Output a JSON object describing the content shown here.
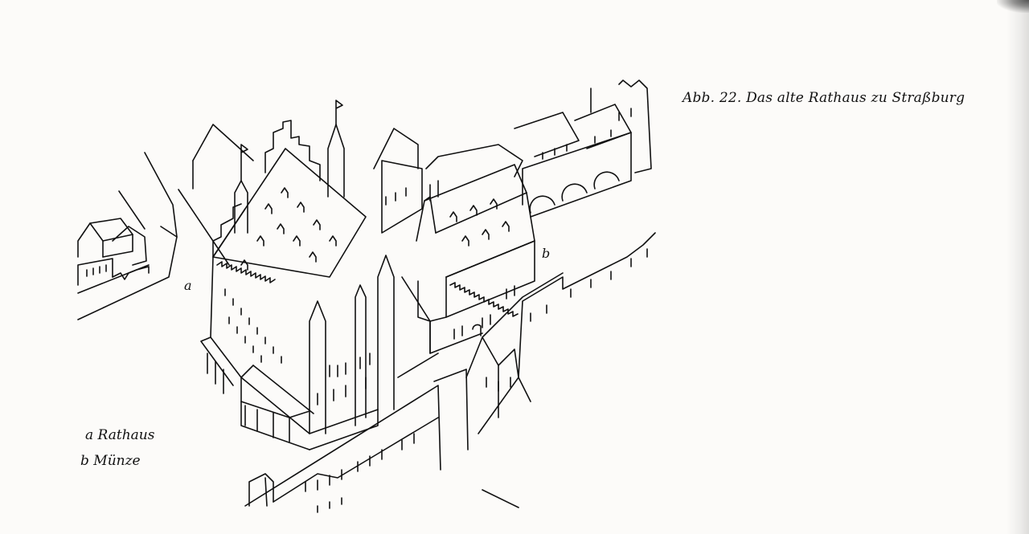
{
  "caption": "Abb. 22. Das alte Rathaus zu Straßburg",
  "markers": {
    "a": "a",
    "b": "b"
  },
  "legend": [
    {
      "letter": "a",
      "text": "a Rathaus"
    },
    {
      "letter": "b",
      "text": "b Münze"
    }
  ],
  "colors": {
    "paper": "#fcfbf9",
    "ink": "#111111"
  }
}
